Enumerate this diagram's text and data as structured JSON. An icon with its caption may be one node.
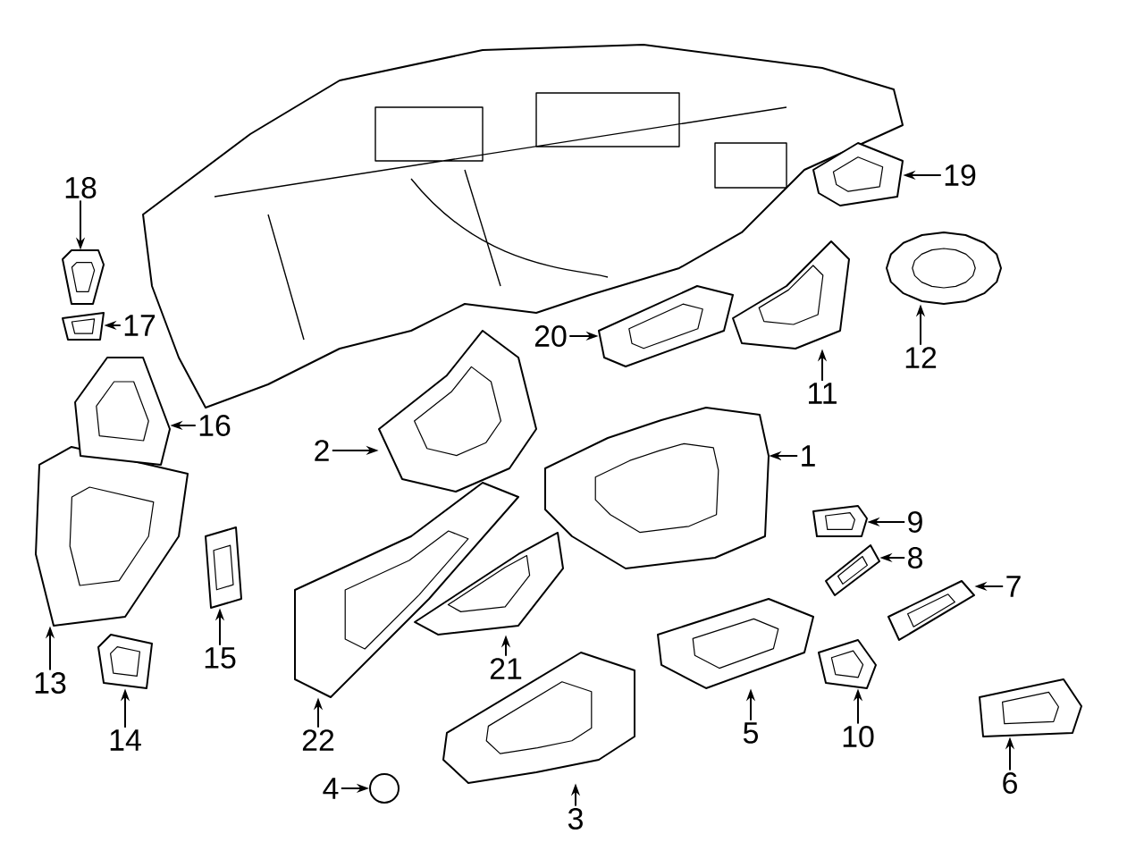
{
  "diagram": {
    "nodes": [
      {
        "text": [
          "1"
        ]
      },
      {
        "text": [],
        "shape": "picture"
      },
      {
        "text": [
          "2"
        ]
      },
      {
        "text": [],
        "shape": "picture"
      },
      {
        "text": [
          "3"
        ]
      },
      {
        "text": [],
        "shape": "picture"
      },
      {
        "text": [
          "4"
        ]
      },
      {
        "text": [],
        "shape": "circle"
      },
      {
        "text": [
          "5"
        ]
      },
      {
        "text": [],
        "shape": "picture"
      },
      {
        "text": [
          "6"
        ]
      },
      {
        "text": [],
        "shape": "picture"
      },
      {
        "text": [
          "7"
        ]
      },
      {
        "text": [],
        "shape": "picture"
      },
      {
        "text": [
          "8"
        ]
      },
      {
        "text": [],
        "shape": "picture"
      },
      {
        "text": [
          "9"
        ]
      },
      {
        "text": [],
        "shape": "picture"
      },
      {
        "text": [
          "10"
        ]
      },
      {
        "text": [],
        "shape": "picture"
      },
      {
        "text": [
          "11"
        ]
      },
      {
        "text": [],
        "shape": "picture"
      },
      {
        "text": [
          "12"
        ]
      },
      {
        "text": [],
        "shape": "picture"
      },
      {
        "text": [
          "13"
        ]
      },
      {
        "text": [],
        "shape": "picture"
      },
      {
        "text": [
          "14"
        ]
      },
      {
        "text": [],
        "shape": "picture"
      },
      {
        "text": [
          "15"
        ]
      },
      {
        "text": [],
        "shape": "picture"
      },
      {
        "text": [
          "16"
        ]
      },
      {
        "text": [],
        "shape": "picture"
      },
      {
        "text": [
          "17"
        ]
      },
      {
        "text": [],
        "shape": "picture"
      },
      {
        "text": [
          "18"
        ]
      },
      {
        "text": [],
        "shape": "picture"
      },
      {
        "text": [
          "19"
        ]
      },
      {
        "text": [],
        "shape": "picture"
      },
      {
        "text": [
          "20"
        ]
      },
      {
        "text": [],
        "shape": "picture"
      },
      {
        "text": [
          "21"
        ]
      },
      {
        "text": [],
        "shape": "picture"
      },
      {
        "text": [
          "22"
        ]
      },
      {
        "text": [],
        "shape": "picture"
      }
    ],
    "edges": [
      {
        "from": 0,
        "to": 1,
        "arrow": "to"
      },
      {
        "from": 2,
        "to": 3,
        "arrow": "to"
      },
      {
        "from": 4,
        "to": 5,
        "arrow": "to"
      },
      {
        "from": 6,
        "to": 7,
        "arrow": "to"
      },
      {
        "from": 8,
        "to": 9,
        "arrow": "to"
      },
      {
        "from": 10,
        "to": 11,
        "arrow": "to"
      },
      {
        "from": 12,
        "to": 13,
        "arrow": "to"
      },
      {
        "from": 14,
        "to": 15,
        "arrow": "to"
      },
      {
        "from": 16,
        "to": 17,
        "arrow": "to"
      },
      {
        "from": 18,
        "to": 19,
        "arrow": "to"
      },
      {
        "from": 20,
        "to": 21,
        "arrow": "to"
      },
      {
        "from": 22,
        "to": 23,
        "arrow": "to"
      },
      {
        "from": 24,
        "to": 25,
        "arrow": "to"
      },
      {
        "from": 26,
        "to": 27,
        "arrow": "to"
      },
      {
        "from": 28,
        "to": 29,
        "arrow": "to"
      },
      {
        "from": 30,
        "to": 31,
        "arrow": "to"
      },
      {
        "from": 32,
        "to": 33,
        "arrow": "to"
      },
      {
        "from": 34,
        "to": 35,
        "arrow": "to"
      },
      {
        "from": 36,
        "to": 37,
        "arrow": "to"
      },
      {
        "from": 38,
        "to": 39,
        "arrow": "to"
      },
      {
        "from": 40,
        "to": 41,
        "arrow": "to"
      },
      {
        "from": 42,
        "to": 43,
        "arrow": "to"
      }
    ]
  }
}
